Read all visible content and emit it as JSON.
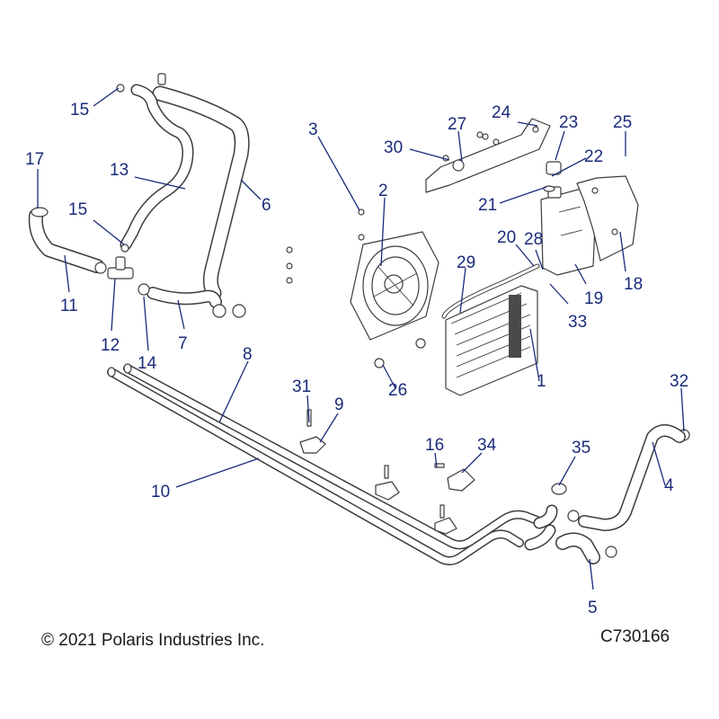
{
  "figure": {
    "copyright": "© 2021 Polaris Industries Inc.",
    "drawing_number": "C730166"
  },
  "callouts": [
    {
      "id": "1",
      "part": "radiator"
    },
    {
      "id": "2",
      "part": "cooling-fan-assembly"
    },
    {
      "id": "3",
      "part": "fastener"
    },
    {
      "id": "4",
      "part": "front-hose"
    },
    {
      "id": "5",
      "part": "lower-hose"
    },
    {
      "id": "6",
      "part": "upper-hose"
    },
    {
      "id": "7",
      "part": "hose-elbow"
    },
    {
      "id": "8",
      "part": "coolant-tube-upper"
    },
    {
      "id": "9",
      "part": "tube-clamp"
    },
    {
      "id": "10",
      "part": "coolant-tube-lower"
    },
    {
      "id": "11",
      "part": "hose-left"
    },
    {
      "id": "12",
      "part": "tee-fitting"
    },
    {
      "id": "13",
      "part": "bypass-hose"
    },
    {
      "id": "14",
      "part": "hose-clamp"
    },
    {
      "id": "15",
      "part": "hose-clamp"
    },
    {
      "id": "16",
      "part": "bolt"
    },
    {
      "id": "17",
      "part": "hose-clamp"
    },
    {
      "id": "18",
      "part": "reservoir-bracket"
    },
    {
      "id": "19",
      "part": "coolant-reservoir"
    },
    {
      "id": "20",
      "part": "overflow-hose"
    },
    {
      "id": "21",
      "part": "grommet"
    },
    {
      "id": "22",
      "part": "grommet"
    },
    {
      "id": "23",
      "part": "reservoir-cap"
    },
    {
      "id": "24",
      "part": "mounting-bracket"
    },
    {
      "id": "25",
      "part": "screw"
    },
    {
      "id": "26",
      "part": "grommet"
    },
    {
      "id": "27",
      "part": "grommet"
    },
    {
      "id": "28",
      "part": "screw"
    },
    {
      "id": "29",
      "part": "radiator-hose"
    },
    {
      "id": "30",
      "part": "bolt"
    },
    {
      "id": "31",
      "part": "bolt"
    },
    {
      "id": "32",
      "part": "hose-clamp"
    },
    {
      "id": "33",
      "part": "screw"
    },
    {
      "id": "34",
      "part": "tube-clamp"
    },
    {
      "id": "35",
      "part": "hose-clamp"
    }
  ]
}
